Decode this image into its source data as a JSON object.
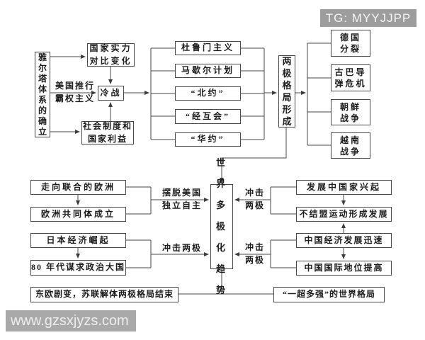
{
  "watermarks": {
    "tg": "TG: MYYJJPP",
    "site": "www.gzsxjyzs.com"
  },
  "colors": {
    "background": "#ffffff",
    "box_border": "#474747",
    "line": "#474747",
    "text": "#1c1c1c",
    "watermark_bg": "#a2a2a2",
    "watermark_text": "#f5f5f5"
  },
  "nodes": {
    "yalta": {
      "label": "雅\n尔\n塔\n体\n系\n的\n确\n立"
    },
    "power_change": {
      "label": "国家实力\n对比变化"
    },
    "cold_war": {
      "label": "冷战"
    },
    "social_system": {
      "label": "社会制度和\n国家利益"
    },
    "truman": {
      "label": "杜鲁门主义"
    },
    "marshall": {
      "label": "马歇尔计划"
    },
    "nato": {
      "label": "“北约”"
    },
    "comecon": {
      "label": "“经互会”"
    },
    "warsaw": {
      "label": "“华约”"
    },
    "bipolar_formed": {
      "label": "两\n极\n格\n局\n形\n成"
    },
    "germany_split": {
      "label": "德国\n分裂"
    },
    "cuba_crisis": {
      "label": "古巴导\n弹危机"
    },
    "korea_war": {
      "label": "朝鲜\n战争"
    },
    "vietnam_war": {
      "label": "越南\n战争"
    },
    "europe_union": {
      "label": "走向联合的欧洲"
    },
    "ec_founded": {
      "label": "欧洲共同体成立"
    },
    "japan_rise": {
      "label": "日本经济崛起"
    },
    "japan_80s": {
      "label": "80 年代谋求政治大国"
    },
    "eastern_europe": {
      "label": "东欧剧变，苏联解体两极格局结束"
    },
    "multipolar_trend": {
      "label": "世界\n多极\n化趋\n势"
    },
    "developing_rise": {
      "label": "发展中国家兴起"
    },
    "nam_movement": {
      "label": "不结盟运动形成发展"
    },
    "china_economy": {
      "label": "中国经济发展迅速"
    },
    "china_status": {
      "label": "中国国际地位提高"
    },
    "one_super": {
      "label": "“一超多强”的世界格局"
    }
  },
  "edge_labels": {
    "us_hegemony": "美国推行\n霸权主义",
    "breakaway": "摆脱美国\n独立自主",
    "impact_japan": "冲击两极",
    "impact_right_top": "冲击\n两极",
    "impact_right_bottom": "冲击\n两极"
  }
}
